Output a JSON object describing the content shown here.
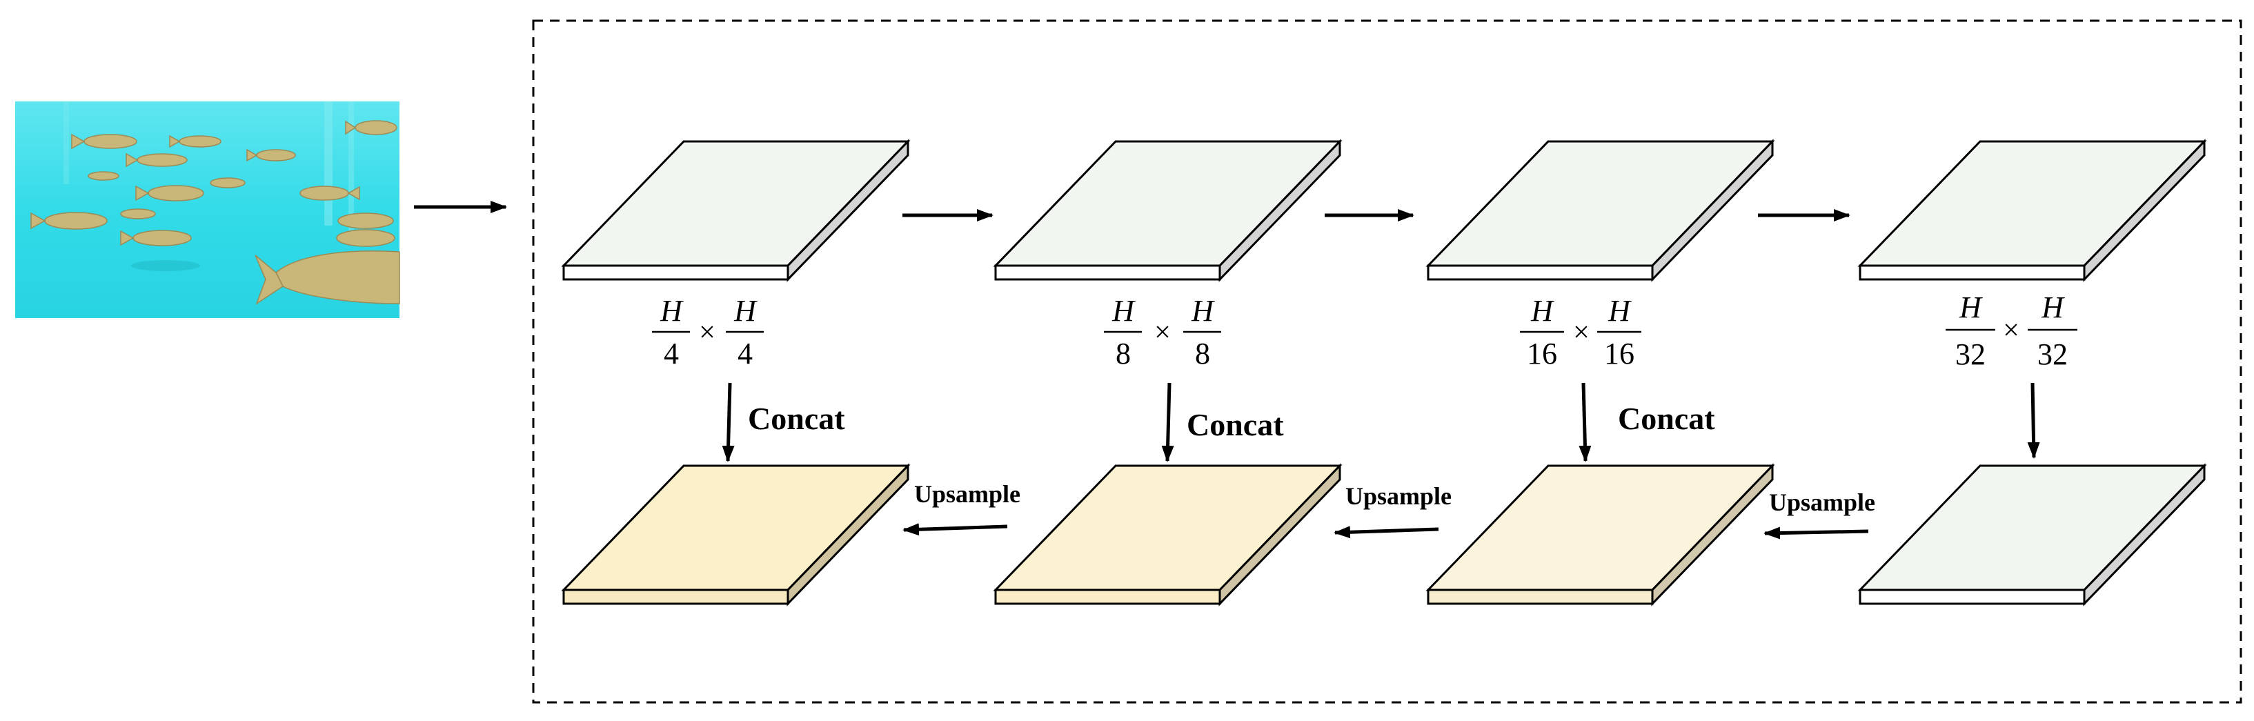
{
  "colors": {
    "encoder_top": "#f2f6f1",
    "encoder_front": "#ffffff",
    "encoder_side": "#d4d4d4",
    "decoder_top": [
      "#fcf0cb",
      "#fcf2d2",
      "#fcf3dc"
    ],
    "decoder_front": [
      "#f8eac0",
      "#f9ecc6",
      "#f9edcf"
    ],
    "decoder_side": [
      "#cfc3a0",
      "#cfc4a6",
      "#d2c8ad"
    ],
    "edge": "#000000",
    "water_light": "#4fe3ee",
    "water_mid": "#2cd6e4",
    "fish": "#c9b77a"
  },
  "input": {
    "image_name": "underwater-fish-image"
  },
  "encoder": {
    "scales": [
      {
        "numerator": "H",
        "denominator": "4"
      },
      {
        "numerator": "H",
        "denominator": "8"
      },
      {
        "numerator": "H",
        "denominator": "16"
      },
      {
        "numerator": "H",
        "denominator": "32"
      }
    ],
    "times_symbol": "×"
  },
  "labels": {
    "concat": "Concat",
    "upsample": "Upsample"
  }
}
